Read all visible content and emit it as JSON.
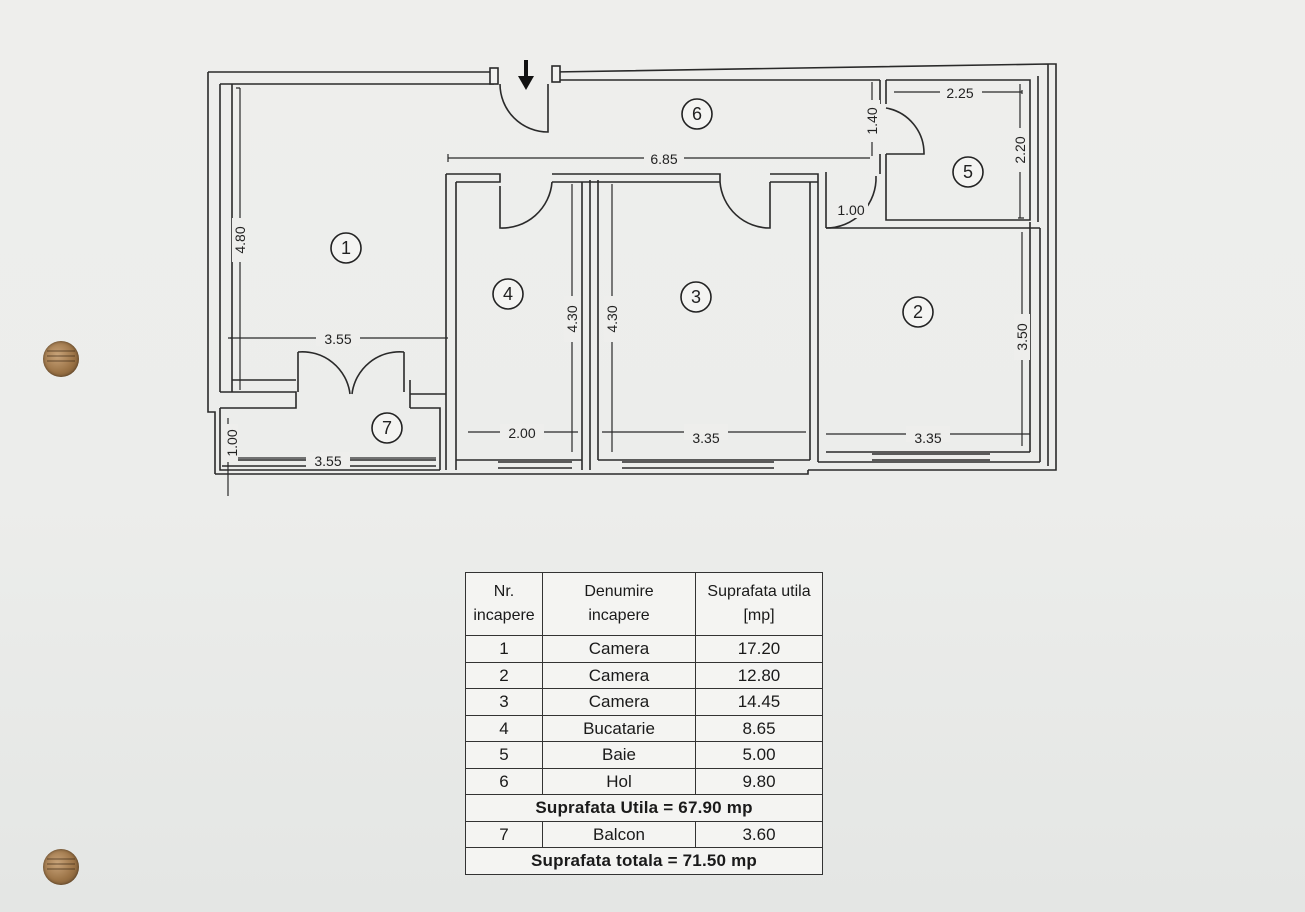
{
  "plan": {
    "entrance_icon": "arrow-down-icon",
    "rooms": [
      {
        "num": "1"
      },
      {
        "num": "2"
      },
      {
        "num": "3"
      },
      {
        "num": "4"
      },
      {
        "num": "5"
      },
      {
        "num": "6"
      },
      {
        "num": "7"
      }
    ],
    "dimensions": {
      "hall_length": "6.85",
      "bath_width": "2.25",
      "bath_height": "2.20",
      "hall_door": "1.40",
      "bath_door": "1.00",
      "room1_height": "4.80",
      "room1_width": "3.55",
      "room4_height": "4.30",
      "room4_width": "2.00",
      "room3_height": "4.30",
      "room3_width": "3.35",
      "room2_height": "3.50",
      "room2_width": "3.35",
      "balcony_height": "1.00",
      "balcony_width": "3.55"
    }
  },
  "table": {
    "headers": {
      "nr": [
        "Nr.",
        "incapere"
      ],
      "name": [
        "Denumire",
        "incapere"
      ],
      "area": [
        "Suprafata utila",
        "[mp]"
      ]
    },
    "rows": [
      {
        "nr": "1",
        "name": "Camera",
        "area": "17.20"
      },
      {
        "nr": "2",
        "name": "Camera",
        "area": "12.80"
      },
      {
        "nr": "3",
        "name": "Camera",
        "area": "14.45"
      },
      {
        "nr": "4",
        "name": "Bucatarie",
        "area": "8.65"
      },
      {
        "nr": "5",
        "name": "Baie",
        "area": "5.00"
      },
      {
        "nr": "6",
        "name": "Hol",
        "area": "9.80"
      }
    ],
    "subtotal": "Suprafata Utila  =  67.90 mp",
    "balcony": {
      "nr": "7",
      "name": "Balcon",
      "area": "3.60"
    },
    "total": "Suprafata totala  =  71.50 mp"
  }
}
